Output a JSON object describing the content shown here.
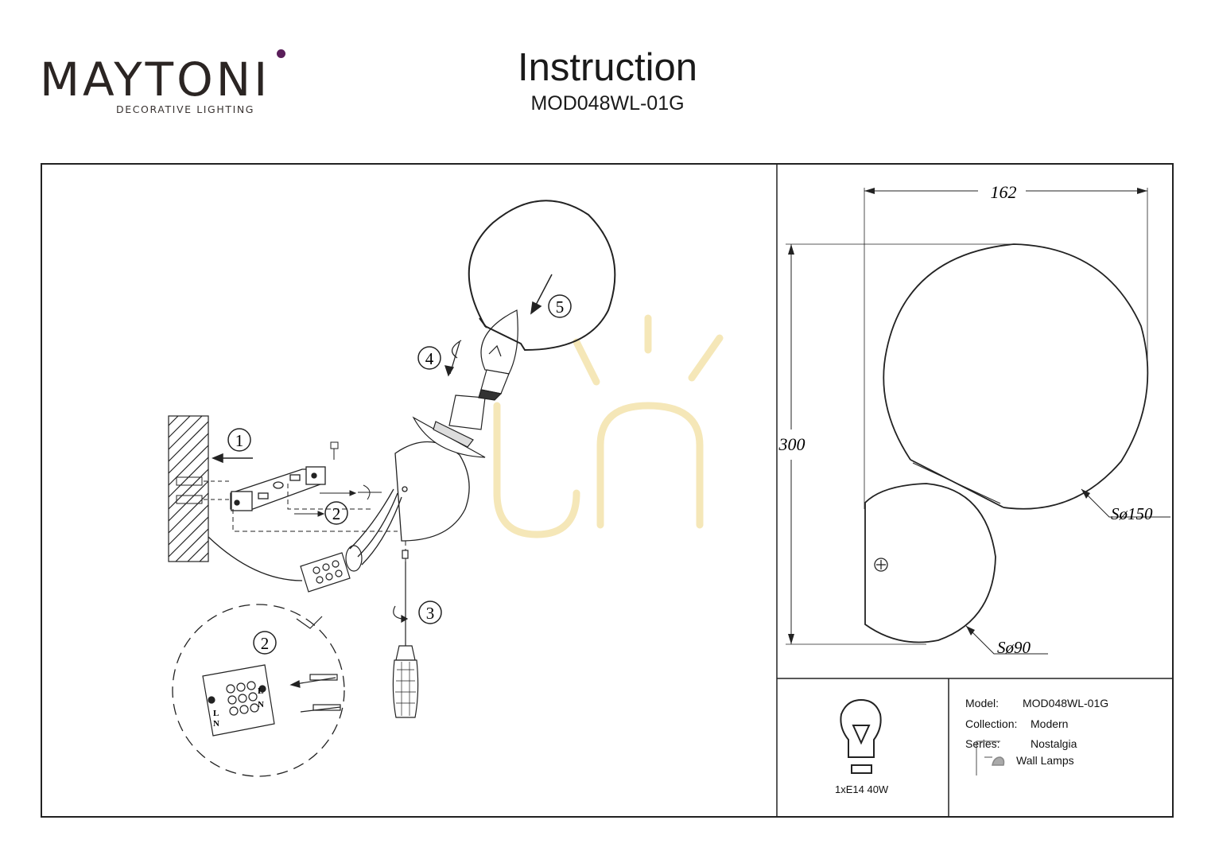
{
  "header": {
    "brand_name": "MAYTONI",
    "brand_tagline": "DECORATIVE LIGHTING",
    "title": "Instruction",
    "model_code": "MOD048WL-01G"
  },
  "assembly": {
    "step_numbers": [
      "1",
      "2",
      "3",
      "4",
      "5"
    ],
    "detail_step_number": "2",
    "terminal_labels": [
      "L",
      "N"
    ]
  },
  "dimensions": {
    "width": "162",
    "height": "300",
    "large_sphere": "Sø150",
    "small_sphere": "Sø90"
  },
  "specs": {
    "bulb": "1xE14 40W",
    "model_label": "Model:",
    "model_value": "MOD048WL-01G",
    "collection_label": "Collection:",
    "collection_value": "Modern",
    "series_label": "Series:",
    "series_value": "Nostalgia",
    "category": "Wall Lamps"
  },
  "colors": {
    "brand_dot": "#5a1e5a",
    "line": "#222222",
    "watermark": "#f5e7b8"
  }
}
